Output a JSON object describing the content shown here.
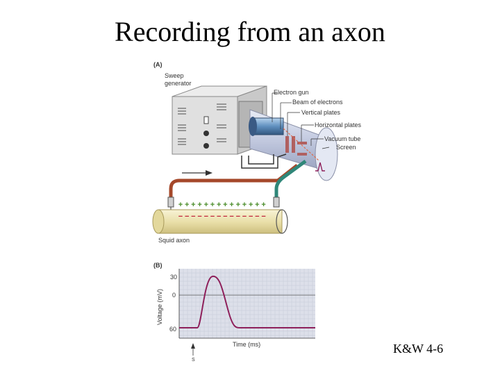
{
  "slide": {
    "title": "Recording from an axon",
    "citation": "K&W 4-6"
  },
  "panel_a": {
    "label": "(A)",
    "sweep_generator": [
      "Sweep",
      "generator"
    ],
    "callouts": [
      "Electron gun",
      "Beam of electrons",
      "Vertical plates",
      "Horizontal plates",
      "Vacuum tube",
      "Screen"
    ],
    "axon_label": "Squid axon",
    "outer_charge": "+",
    "inner_charge": "−"
  },
  "panel_b": {
    "label": "(B)",
    "ylabel": "Voltage (mV)",
    "xlabel": "Time (ms)",
    "yticks": [
      "30",
      "0",
      "60"
    ],
    "stimulus_label": "S"
  },
  "colors": {
    "trace": "#8e1f5a",
    "axon": "#eee6b4",
    "red_wire": "#a5482a",
    "teal_wire": "#2f8779",
    "plus": "#4a8c2a",
    "minus": "#c0203a",
    "grid_bg": "#dde0ea"
  }
}
